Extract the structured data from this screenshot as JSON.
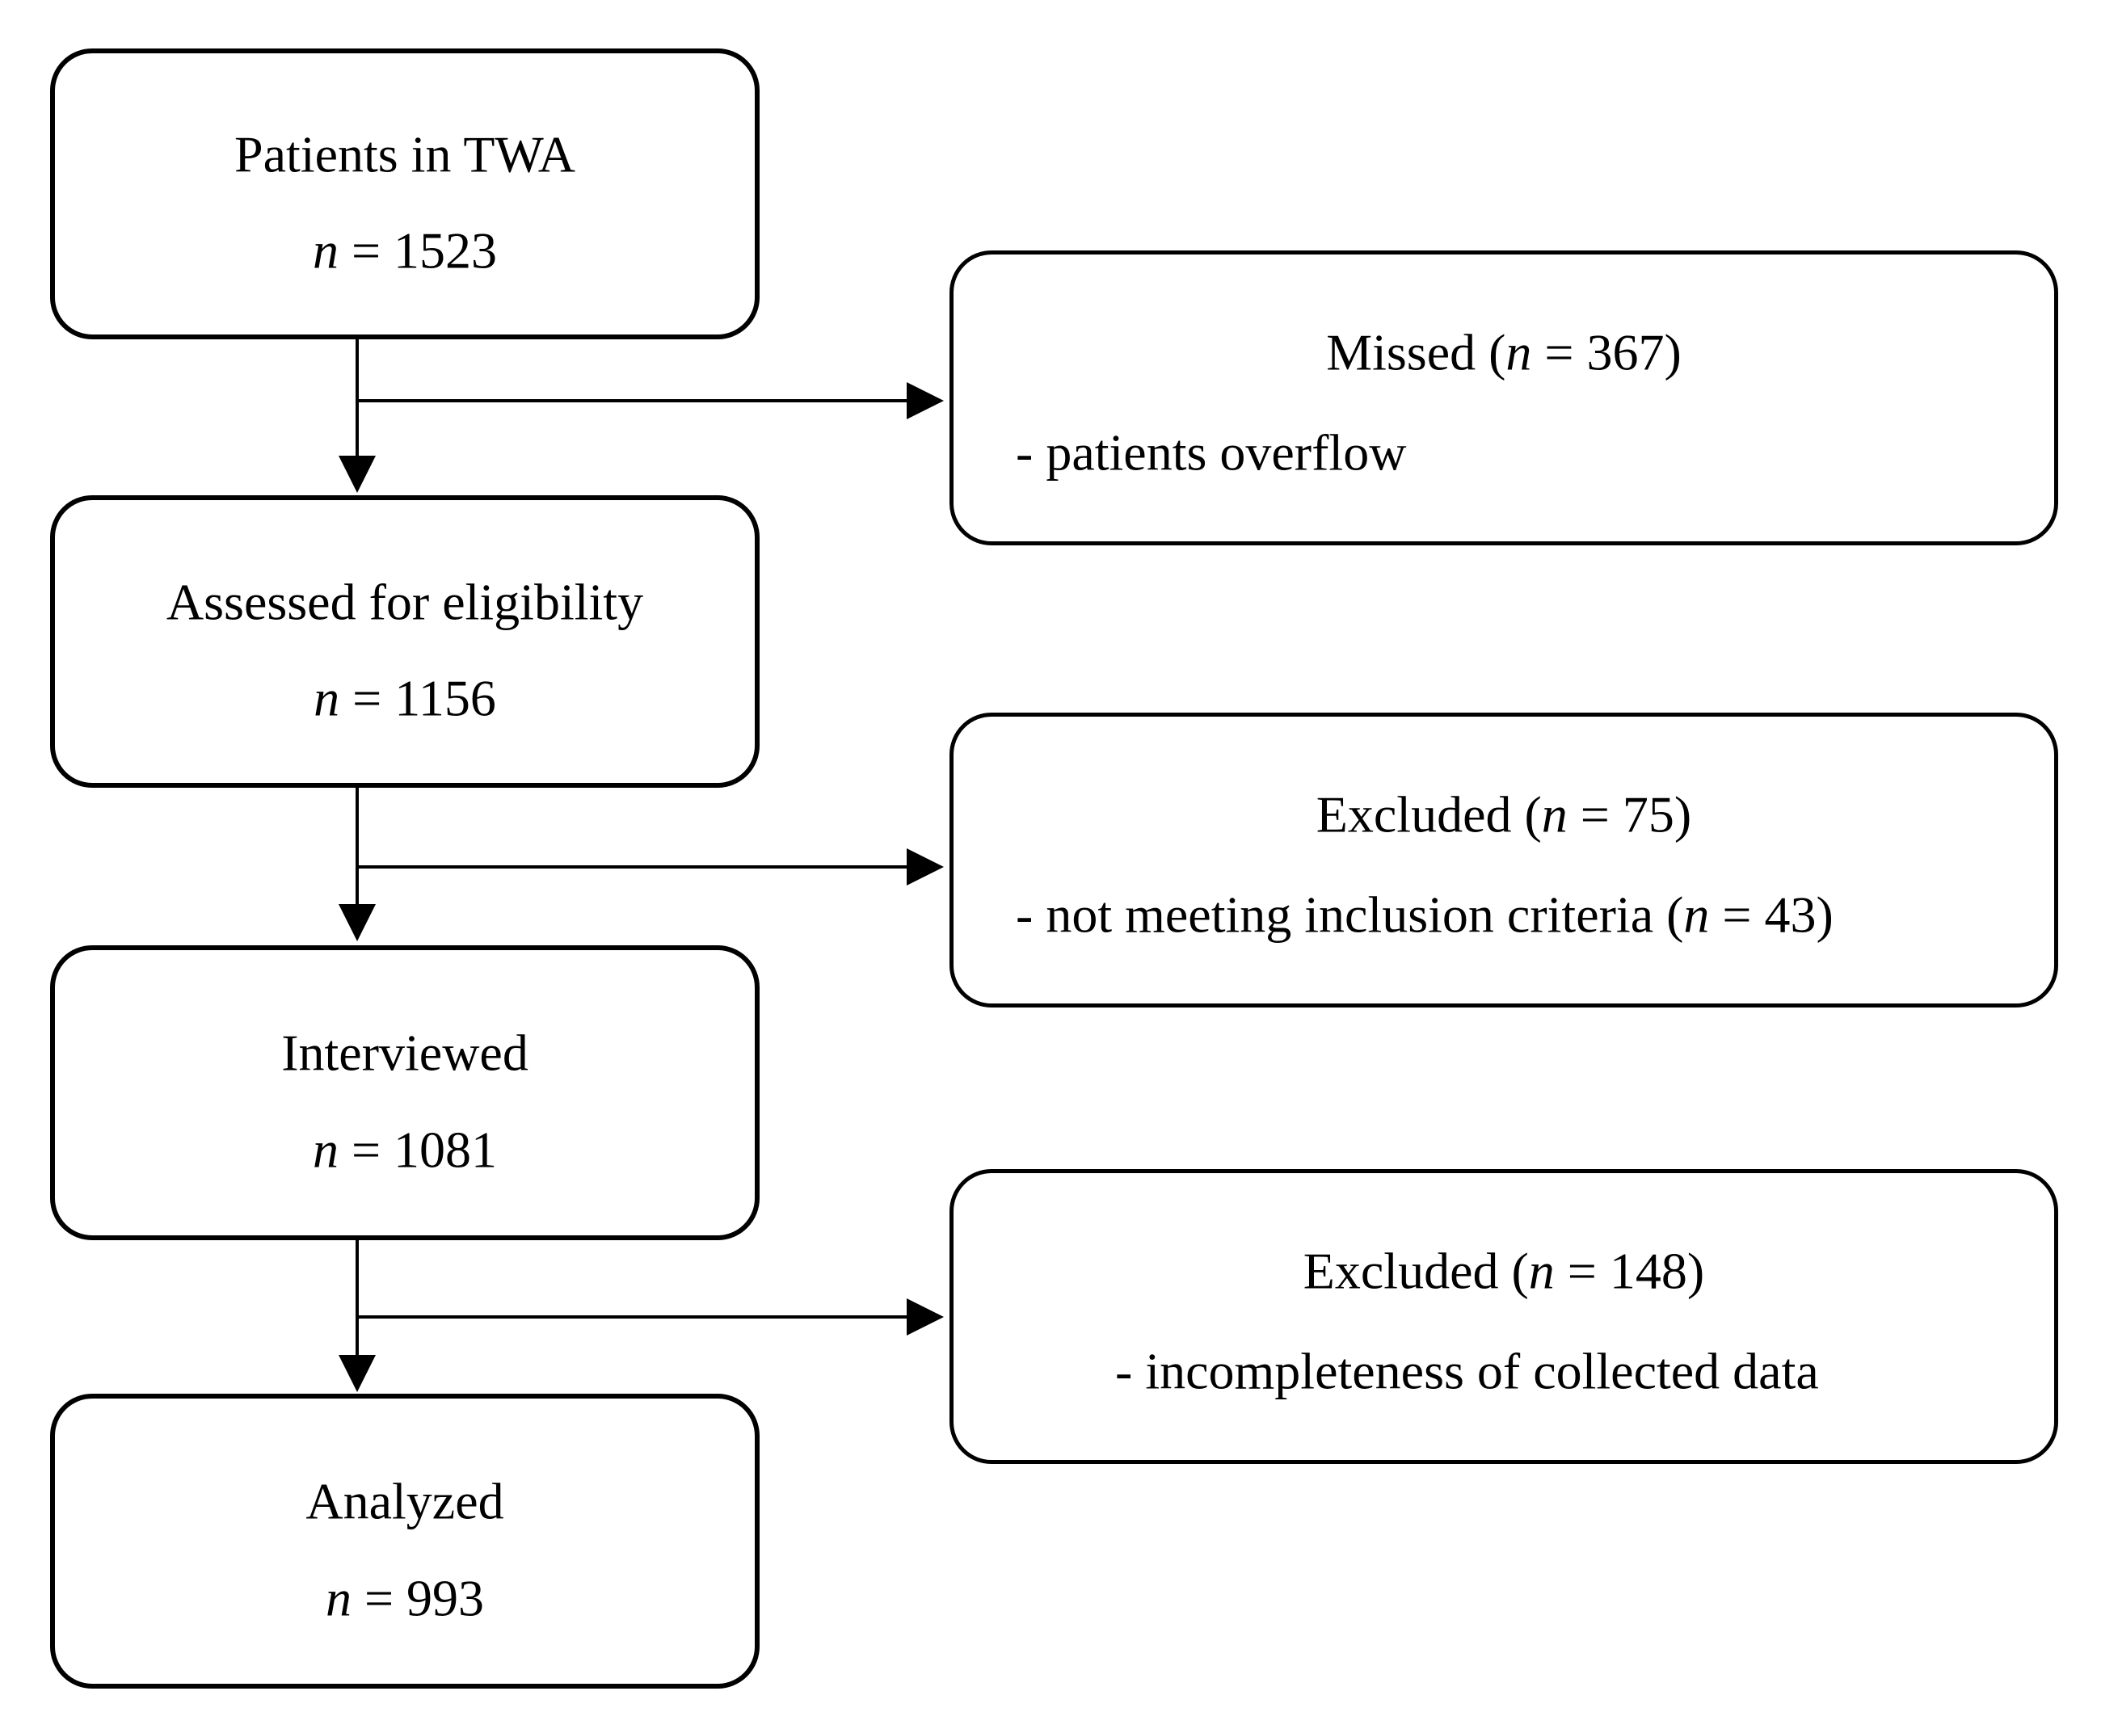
{
  "palette": {
    "background": "#ffffff",
    "ink": "#000000"
  },
  "flow": {
    "main_boxes": [
      {
        "title": "Patients in TWA",
        "n_symbol": "n",
        "n_rest": " = 1523"
      },
      {
        "title": "Assessed for eligibility",
        "n_symbol": "n",
        "n_rest": " = 1156"
      },
      {
        "title": "Interviewed",
        "n_symbol": "n",
        "n_rest": " = 1081"
      },
      {
        "title": "Analyzed",
        "n_symbol": "n",
        "n_rest": " = 993"
      }
    ],
    "side_boxes": [
      {
        "heading_prefix": "Missed (",
        "heading_n": "n",
        "heading_suffix": " = 367)",
        "detail_prefix": "- patients overflow",
        "detail_n": "",
        "detail_suffix": ""
      },
      {
        "heading_prefix": "Excluded (",
        "heading_n": "n",
        "heading_suffix": " = 75)",
        "detail_prefix": "- not meeting inclusion criteria (",
        "detail_n": "n",
        "detail_suffix": " = 43)"
      },
      {
        "heading_prefix": "Excluded (",
        "heading_n": "n",
        "heading_suffix": " = 148)",
        "detail_prefix": "- incompleteness of collected data",
        "detail_n": "",
        "detail_suffix": ""
      }
    ]
  }
}
